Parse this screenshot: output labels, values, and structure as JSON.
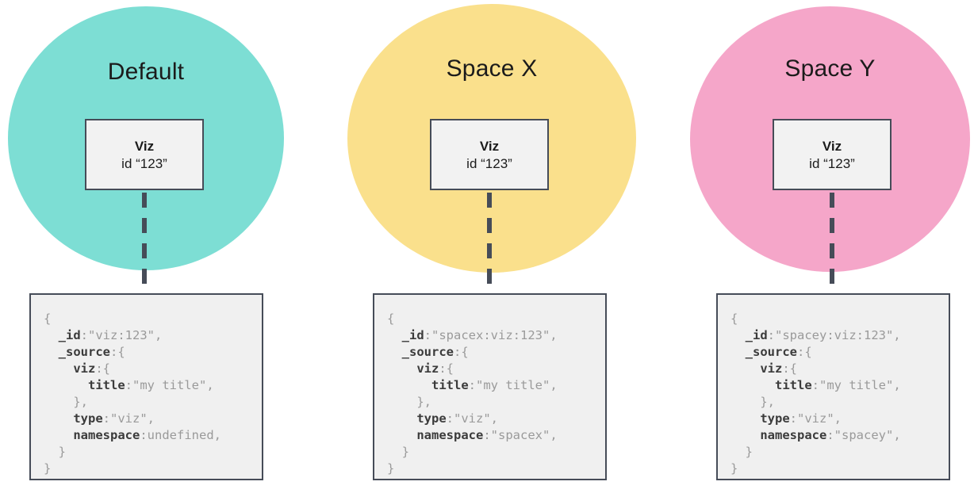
{
  "colors": {
    "circle_default": "#7DDED4",
    "circle_spacex": "#FAE08C",
    "circle_spacey": "#F5A6C9",
    "box_border": "#464C58",
    "viz_box_fill": "#F2F2F2",
    "code_box_fill": "#F0F0F0",
    "connector": "#464C58",
    "code_key": "#3B3B3B",
    "code_value": "#9A9A9A"
  },
  "panels": [
    {
      "space_label": "Default",
      "circle_color": "#7DDED4",
      "viz_box": {
        "name": "Viz",
        "id_text": "id “123”"
      },
      "code_lines": [
        [
          [
            "{",
            0
          ]
        ],
        [
          [
            "  ",
            0
          ],
          [
            "_id",
            1
          ],
          [
            ":\"viz:123\",",
            0
          ]
        ],
        [
          [
            "  ",
            0
          ],
          [
            "_source",
            1
          ],
          [
            ":{",
            0
          ]
        ],
        [
          [
            "    ",
            0
          ],
          [
            "viz",
            1
          ],
          [
            ":{",
            0
          ]
        ],
        [
          [
            "      ",
            0
          ],
          [
            "title",
            1
          ],
          [
            ":\"my title\",",
            0
          ]
        ],
        [
          [
            "    },",
            0
          ]
        ],
        [
          [
            "    ",
            0
          ],
          [
            "type",
            1
          ],
          [
            ":\"viz\",",
            0
          ]
        ],
        [
          [
            "    ",
            0
          ],
          [
            "namespace",
            1
          ],
          [
            ":undefined,",
            0
          ]
        ],
        [
          [
            "  }",
            0
          ]
        ],
        [
          [
            "}",
            0
          ]
        ]
      ]
    },
    {
      "space_label": "Space X",
      "circle_color": "#FAE08C",
      "viz_box": {
        "name": "Viz",
        "id_text": "id “123”"
      },
      "code_lines": [
        [
          [
            "{",
            0
          ]
        ],
        [
          [
            "  ",
            0
          ],
          [
            "_id",
            1
          ],
          [
            ":\"spacex:viz:123\",",
            0
          ]
        ],
        [
          [
            "  ",
            0
          ],
          [
            "_source",
            1
          ],
          [
            ":{",
            0
          ]
        ],
        [
          [
            "    ",
            0
          ],
          [
            "viz",
            1
          ],
          [
            ":{",
            0
          ]
        ],
        [
          [
            "      ",
            0
          ],
          [
            "title",
            1
          ],
          [
            ":\"my title\",",
            0
          ]
        ],
        [
          [
            "    },",
            0
          ]
        ],
        [
          [
            "    ",
            0
          ],
          [
            "type",
            1
          ],
          [
            ":\"viz\",",
            0
          ]
        ],
        [
          [
            "    ",
            0
          ],
          [
            "namespace",
            1
          ],
          [
            ":\"spacex\",",
            0
          ]
        ],
        [
          [
            "  }",
            0
          ]
        ],
        [
          [
            "}",
            0
          ]
        ]
      ]
    },
    {
      "space_label": "Space Y",
      "circle_color": "#F5A6C9",
      "viz_box": {
        "name": "Viz",
        "id_text": "id “123”"
      },
      "code_lines": [
        [
          [
            "{",
            0
          ]
        ],
        [
          [
            "  ",
            0
          ],
          [
            "_id",
            1
          ],
          [
            ":\"spacey:viz:123\",",
            0
          ]
        ],
        [
          [
            "  ",
            0
          ],
          [
            "_source",
            1
          ],
          [
            ":{",
            0
          ]
        ],
        [
          [
            "    ",
            0
          ],
          [
            "viz",
            1
          ],
          [
            ":{",
            0
          ]
        ],
        [
          [
            "      ",
            0
          ],
          [
            "title",
            1
          ],
          [
            ":\"my title\",",
            0
          ]
        ],
        [
          [
            "    },",
            0
          ]
        ],
        [
          [
            "    ",
            0
          ],
          [
            "type",
            1
          ],
          [
            ":\"viz\",",
            0
          ]
        ],
        [
          [
            "    ",
            0
          ],
          [
            "namespace",
            1
          ],
          [
            ":\"spacey\",",
            0
          ]
        ],
        [
          [
            "  }",
            0
          ]
        ],
        [
          [
            "}",
            0
          ]
        ]
      ]
    }
  ]
}
